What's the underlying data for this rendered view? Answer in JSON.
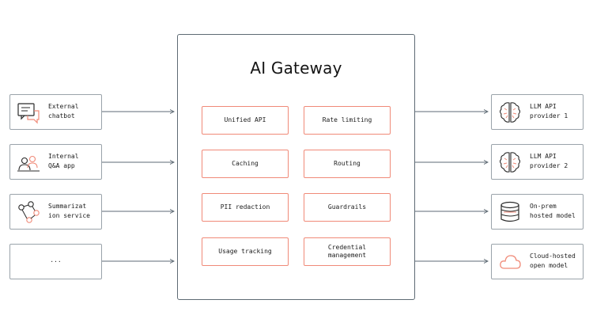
{
  "gateway": {
    "title": "AI Gateway",
    "features": [
      "Unified API",
      "Rate limiting",
      "Caching",
      "Routing",
      "PII redaction",
      "Guardrails",
      "Usage tracking",
      "Credential\nmanagement"
    ]
  },
  "clients": [
    {
      "label": "External\nchatbot",
      "icon": "chat-bubbles-icon"
    },
    {
      "label": "Internal\nQ&A app",
      "icon": "users-icon"
    },
    {
      "label": "Summarizat\nion service",
      "icon": "workflow-nodes-icon"
    },
    {
      "label": "...",
      "icon": ""
    }
  ],
  "providers": [
    {
      "label": "LLM API\nprovider 1",
      "icon": "brain-icon"
    },
    {
      "label": "LLM API\nprovider 2",
      "icon": "brain-icon"
    },
    {
      "label": "On-prem\nhosted model",
      "icon": "database-icon"
    },
    {
      "label": "Cloud-hosted\nopen model",
      "icon": "cloud-icon"
    }
  ],
  "colors": {
    "accent": "#f08a78",
    "border": "#9aa3aa",
    "text": "#1c1c1c"
  }
}
